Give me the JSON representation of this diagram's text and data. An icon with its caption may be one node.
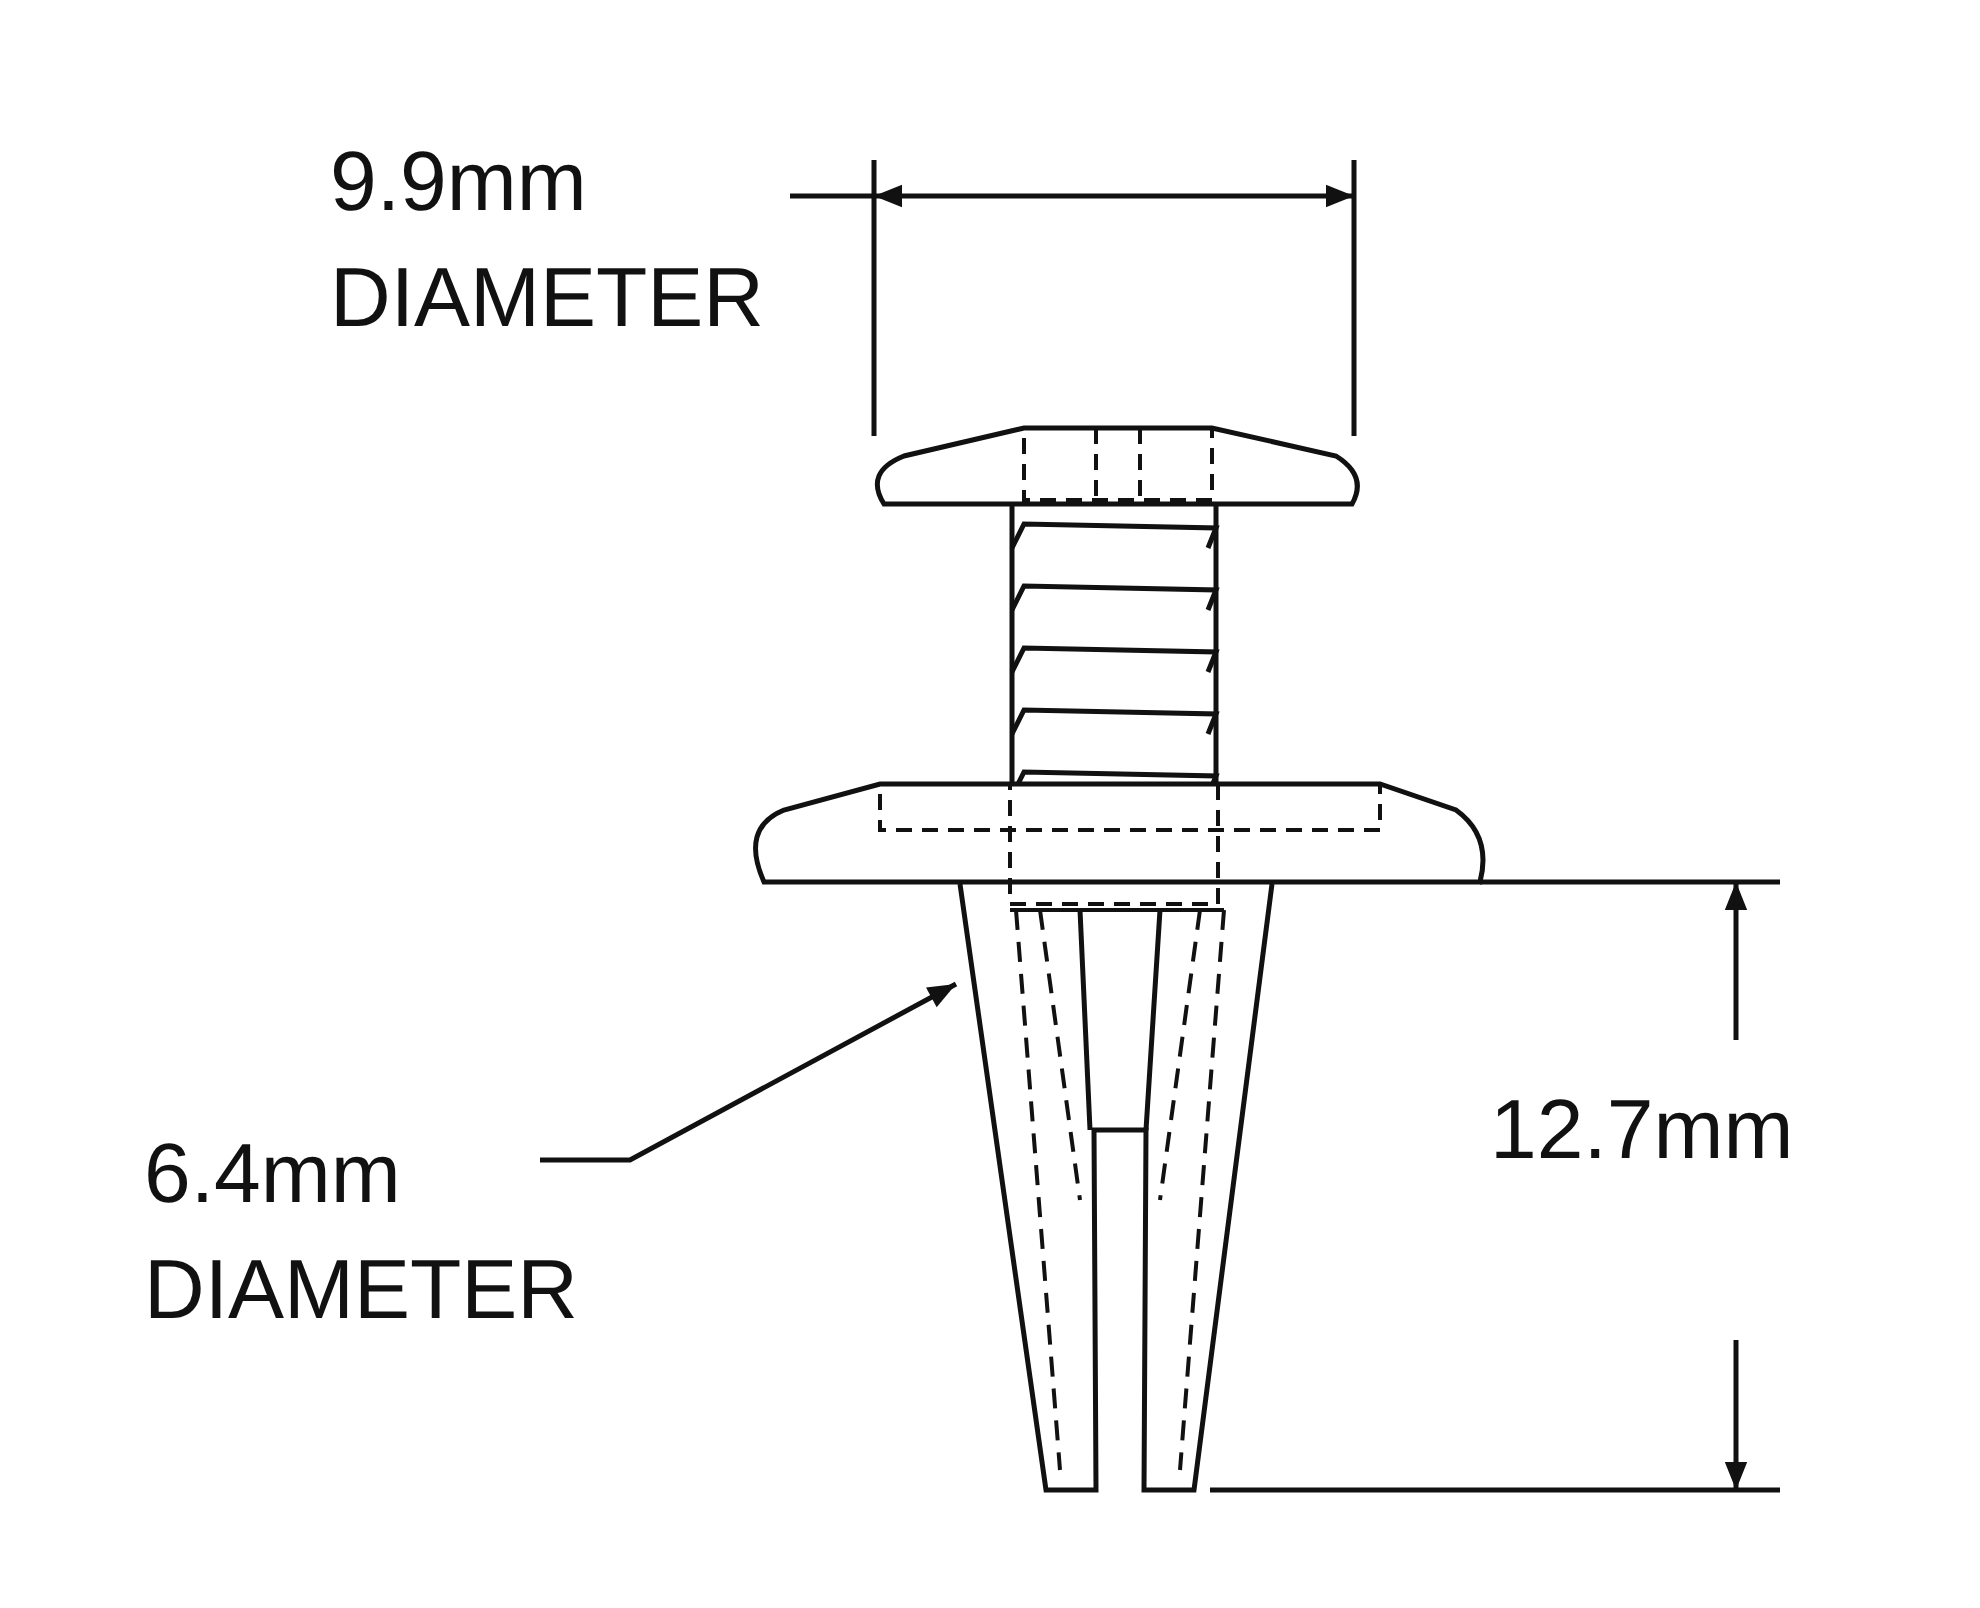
{
  "diagram": {
    "nodes": [
      {
        "text": [
          "6.4mm DIAMETER"
        ]
      },
      {
        "text": [],
        "shape": "picture"
      }
    ],
    "edges": [
      {
        "from": 0,
        "to": 1,
        "arrow": "to"
      }
    ],
    "labels": [
      "9.9mm DIAMETER",
      "12.7mm"
    ]
  }
}
